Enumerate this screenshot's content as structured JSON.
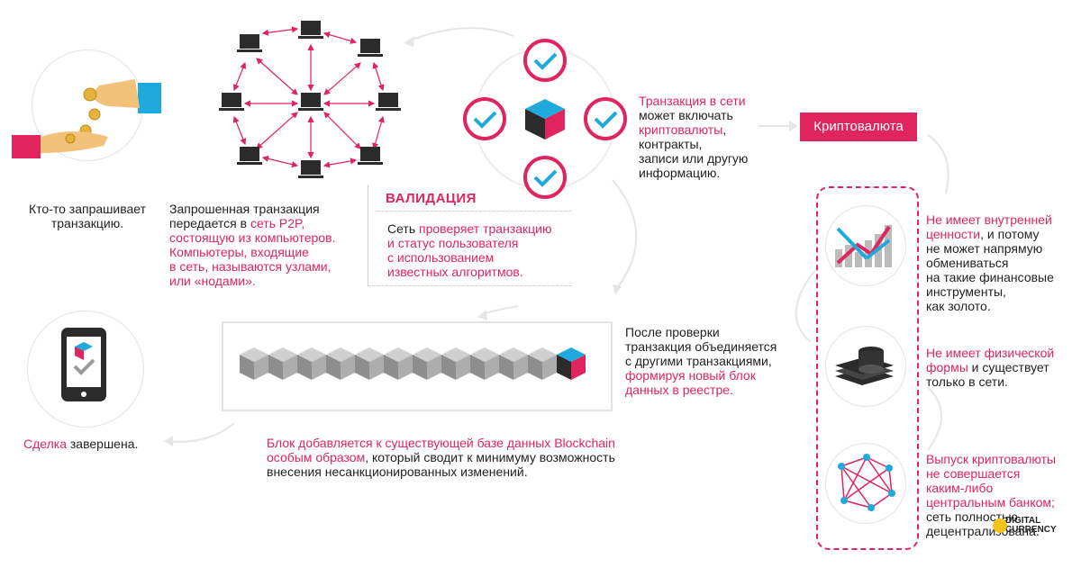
{
  "step1": {
    "line1": "Кто-то запрашивает",
    "line2": "транзакцию."
  },
  "step2": {
    "l1": "Запрошенная транзакция",
    "l2a": "передается в ",
    "l2b": "сеть P2P,",
    "l3": "состоящую из компьютеров.",
    "l4": "Компьютеры, входящие",
    "l5": "в сеть, называются узлами,",
    "l6": "или «нодами»."
  },
  "validation": {
    "title": "ВАЛИДАЦИЯ",
    "l1a": "Сеть ",
    "l1b": "проверяет транзакцию",
    "l2": "и статус пользователя",
    "l3": "с использованием",
    "l4": "известных алгоритмов."
  },
  "step3": {
    "l1": "Транзакция в сети",
    "l2": "может включать",
    "l3a": "криптовалюты",
    "l3b": ",",
    "l4": "контракты,",
    "l5": "записи или другую",
    "l6": "информацию."
  },
  "crypto_label": "Криптовалюта",
  "props": {
    "p1": {
      "l1": "Не имеет внутренней",
      "l2a": "ценности",
      "l2b": ", и потому",
      "l3": "не может напрямую",
      "l4": "обмениваться",
      "l5": "на такие финансовые",
      "l6": "инструменты,",
      "l7": "как золото."
    },
    "p2": {
      "l1": "Не имеет физической",
      "l2a": "формы",
      "l2b": " и существует",
      "l3": "только в сети."
    },
    "p3": {
      "l1": "Выпуск криптовалюты",
      "l2": "не совершается",
      "l3": "каким-либо",
      "l4": "центральным банком;",
      "l5": "сеть полностью",
      "l6": "децентрализована."
    }
  },
  "step4": {
    "l1": "После проверки",
    "l2": "транзакция объединяется",
    "l3": "с другими транзакциями,",
    "l4": "формируя новый блок",
    "l5": "данных в реестре."
  },
  "step5": {
    "l1": "Блок добавляется к существующей базе данных Blockchain",
    "l2a": "особым образом",
    "l2b": ", который сводит к минимуму возможность",
    "l3": "внесения несанкционированных изменений."
  },
  "step6": {
    "a": "Сделка",
    "b": " завершена."
  },
  "logo": {
    "l1": "DIGITAL",
    "l2": "CURRENCY"
  },
  "colors": {
    "accent": "#e0245e",
    "cyan": "#1fa9dc",
    "dark": "#2b2b2b",
    "grey": "#b5b5b5"
  }
}
